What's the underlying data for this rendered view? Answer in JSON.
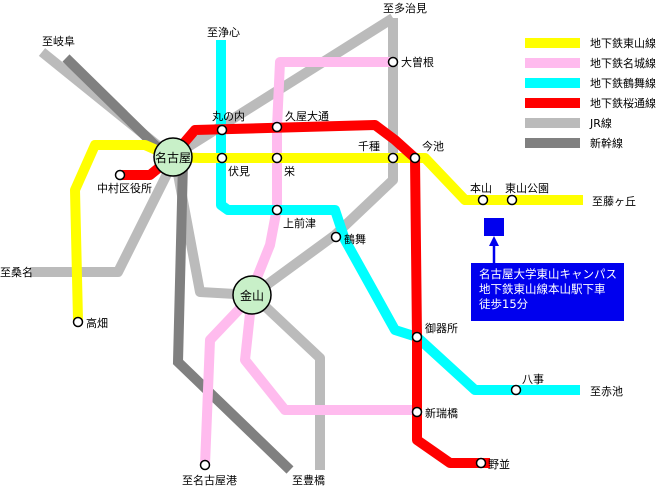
{
  "legend": [
    {
      "label": "地下鉄東山線",
      "color": "#ffff00"
    },
    {
      "label": "地下鉄名城線",
      "color": "#ffbbee"
    },
    {
      "label": "地下鉄鶴舞線",
      "color": "#00ffff"
    },
    {
      "label": "地下鉄桜通線",
      "color": "#ff0000"
    },
    {
      "label": "JR線",
      "color": "#bbbbbb"
    },
    {
      "label": "新幹線",
      "color": "#808080"
    }
  ],
  "hubs": {
    "nagoya": "名古屋",
    "kanayama": "金山"
  },
  "stations": {
    "marunouchi": "丸の内",
    "hisaya_odori": "久屋大通",
    "ozone": "大曽根",
    "chikusa": "千種",
    "imaike": "今池",
    "fushimi": "伏見",
    "sakae": "栄",
    "motoyama": "本山",
    "higashiyama_koen": "東山公園",
    "nakamura_kuyakusho": "中村区役所",
    "kami_maezu": "上前津",
    "tsurumai": "鶴舞",
    "gokiso": "御器所",
    "yagoto": "八事",
    "aratamabashi": "新瑞橋",
    "nonami": "野並",
    "takabata": "高畑"
  },
  "directions": {
    "gifu": "至岐阜",
    "jyoshin": "至浄心",
    "tajimi": "至多治見",
    "fujigaoka": "至藤ヶ丘",
    "kuwana": "至桑名",
    "akaike": "至赤池",
    "nagoyako": "至名古屋港",
    "toyohashi": "至豊橋"
  },
  "callout": {
    "line1": "名古屋大学東山キャンパス",
    "line2": "地下鉄東山線本山駅下車",
    "line3": "徒歩15分"
  }
}
